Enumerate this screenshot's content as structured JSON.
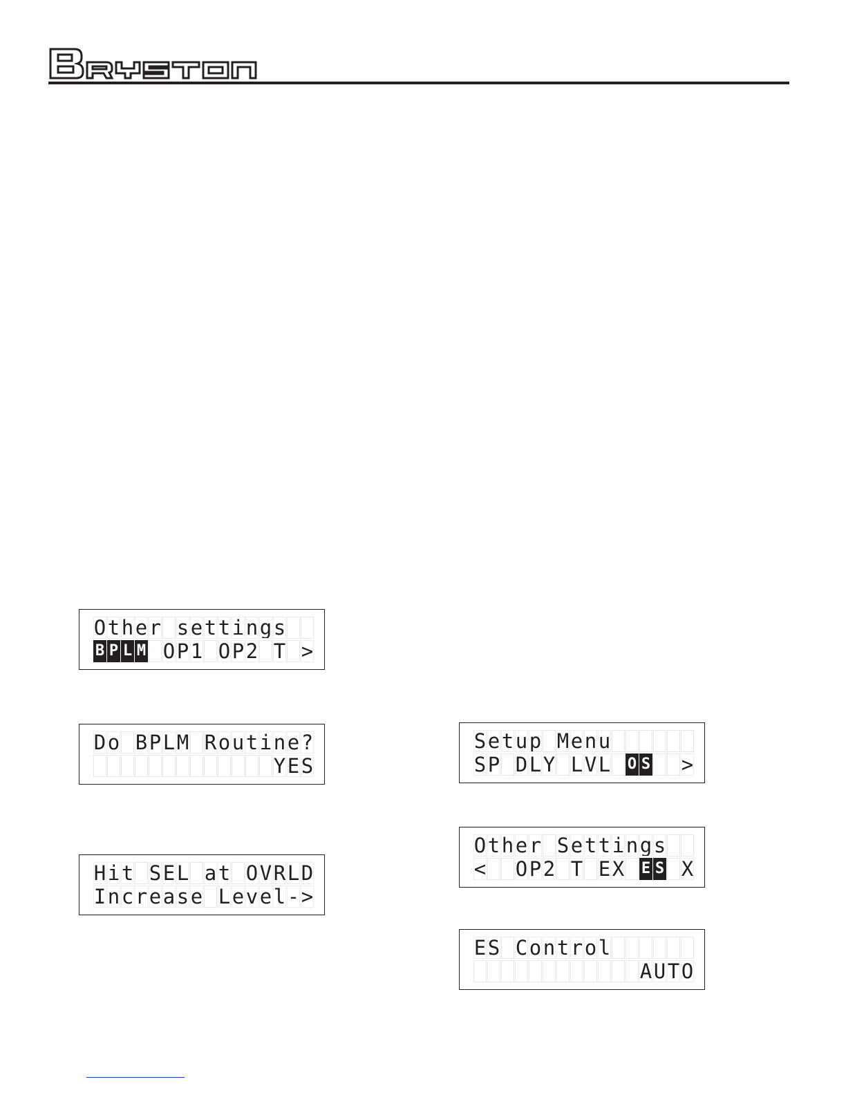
{
  "header": {
    "brand": "BRYSTON"
  },
  "displays": {
    "other_settings_1": {
      "line1": "Other settings  ",
      "line2": "BPLM OP1 OP2 T >",
      "highlight_line2": [
        0,
        1,
        2,
        3
      ]
    },
    "bplm_routine": {
      "line1": "Do BPLM Routine?",
      "line2": "             YES",
      "highlight_line2": []
    },
    "hit_sel": {
      "line1": "Hit SEL at OVRLD",
      "line2": "Increase Level->",
      "highlight_line2": []
    },
    "setup_menu": {
      "line1": "Setup Menu      ",
      "line2": "SP DLY LVL OS  >",
      "highlight_line2": [
        11,
        12
      ]
    },
    "other_settings_2": {
      "line1": "Other Settings  ",
      "line2": "<  OP2 T EX ES X",
      "highlight_line2": [
        12,
        13
      ]
    },
    "es_control": {
      "line1": "ES Control      ",
      "line2": "            AUTO",
      "highlight_line2": []
    }
  }
}
